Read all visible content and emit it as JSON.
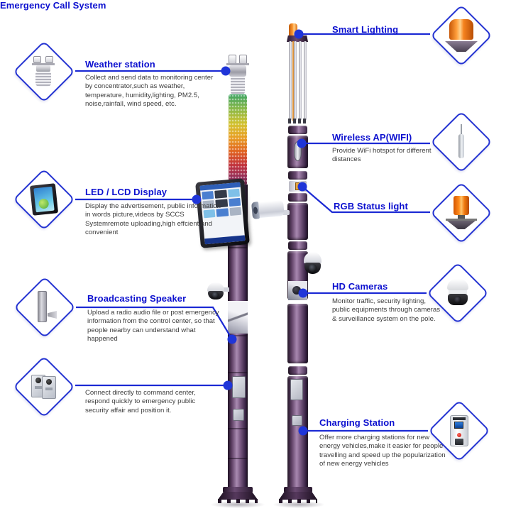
{
  "palette": {
    "title_blue": "#0c10cf",
    "connector_blue": "#1c2ad4",
    "diamond_border_blue": "#2433d2",
    "description_gray": "#3c3c3c",
    "pole_purple": "#6a4a72",
    "beacon_orange": "#f5821e"
  },
  "features_left": [
    {
      "id": "weather-station",
      "title": "Weather station",
      "description": "Collect and send data to monitoring center by concentrator,such as weather, temperature, humidity,lighting, PM2.5, noise,rainfall, wind speed, etc.",
      "icon": "weather-station-icon"
    },
    {
      "id": "led-lcd-display",
      "title": "LED / LCD Display",
      "description": "Display the advertisement, public information in words picture,videos by SCCS Systemremote uploading,high effcient and convenient",
      "icon": "lcd-display-icon"
    },
    {
      "id": "broadcasting-speaker",
      "title": "Broadcasting Speaker",
      "description": "Upload a radio audio file or post emergency information from the control center, so that people nearby can understand what happened",
      "icon": "column-speaker-icon"
    },
    {
      "id": "emergency-call-system",
      "title": "Emergency Call System",
      "description": "Connect directly to command center, respond quickly to emergency public security affair and position it.",
      "icon": "intercom-panels-icon"
    }
  ],
  "features_right": [
    {
      "id": "smart-lighting",
      "title": "Smart Lighting",
      "description": "",
      "icon": "beacon-light-icon"
    },
    {
      "id": "wireless-ap-wifi",
      "title": "Wireless AP(WIFI)",
      "description": "Provide WiFi hotspot for different distances",
      "icon": "antenna-icon"
    },
    {
      "id": "rgb-status-light",
      "title": "RGB Status light",
      "description": "",
      "icon": "rgb-light-icon"
    },
    {
      "id": "hd-cameras",
      "title": "HD Cameras",
      "description": "Monitor traffic, security lighting, public equipments through cameras & surveillance system on the pole.",
      "icon": "ptz-camera-icon"
    },
    {
      "id": "charging-station",
      "title": "Charging Station",
      "description": "Offer more charging stations for new energy vehicles,make it easier for people travelling and speed up the popularization of new energy vehicles",
      "icon": "ev-charger-icon"
    }
  ]
}
